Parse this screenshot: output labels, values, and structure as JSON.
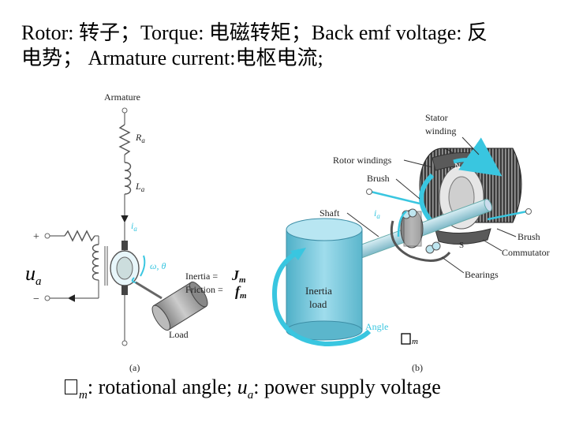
{
  "heading": {
    "line1": "Rotor: 转子；Torque: 电磁转矩；Back emf voltage: 反",
    "line2": "电势； Armature current:电枢电流;"
  },
  "diagram_a": {
    "armature": "Armature",
    "ra": "R",
    "ra_sub": "a",
    "la": "L",
    "la_sub": "a",
    "ia": "i",
    "ia_sub": "a",
    "plus": "+",
    "minus": "−",
    "ua": "u",
    "ua_sub": "a",
    "omega_theta": "ω, θ",
    "inertia": "Inertia =",
    "jm": "J",
    "jm_sub": "m",
    "friction": "Friction =",
    "fm": "f",
    "fm_sub": "m",
    "load": "Load",
    "caption": "(a)"
  },
  "diagram_b": {
    "stator_winding_1": "Stator",
    "stator_winding_2": "winding",
    "rotor_windings": "Rotor windings",
    "brush_top": "Brush",
    "shaft": "Shaft",
    "ia": "i",
    "ia_sub": "a",
    "n_pole": "N",
    "s_pole": "S",
    "brush_right": "Brush",
    "commutator": "Commutator",
    "bearings": "Bearings",
    "inertia_load_1": "Inertia",
    "inertia_load_2": "load",
    "angle": "Angle",
    "theta_m_sub": "m",
    "caption": "(b)"
  },
  "footer": {
    "theta_sub": "m",
    "text1": ": rotational angle; ",
    "u": "u",
    "u_sub": "a",
    "text2": ": power supply voltage"
  },
  "colors": {
    "cyan_arrow": "#39c6e0",
    "load_fill": "#6fc3d6",
    "stator_dark": "#2a2a2a"
  }
}
